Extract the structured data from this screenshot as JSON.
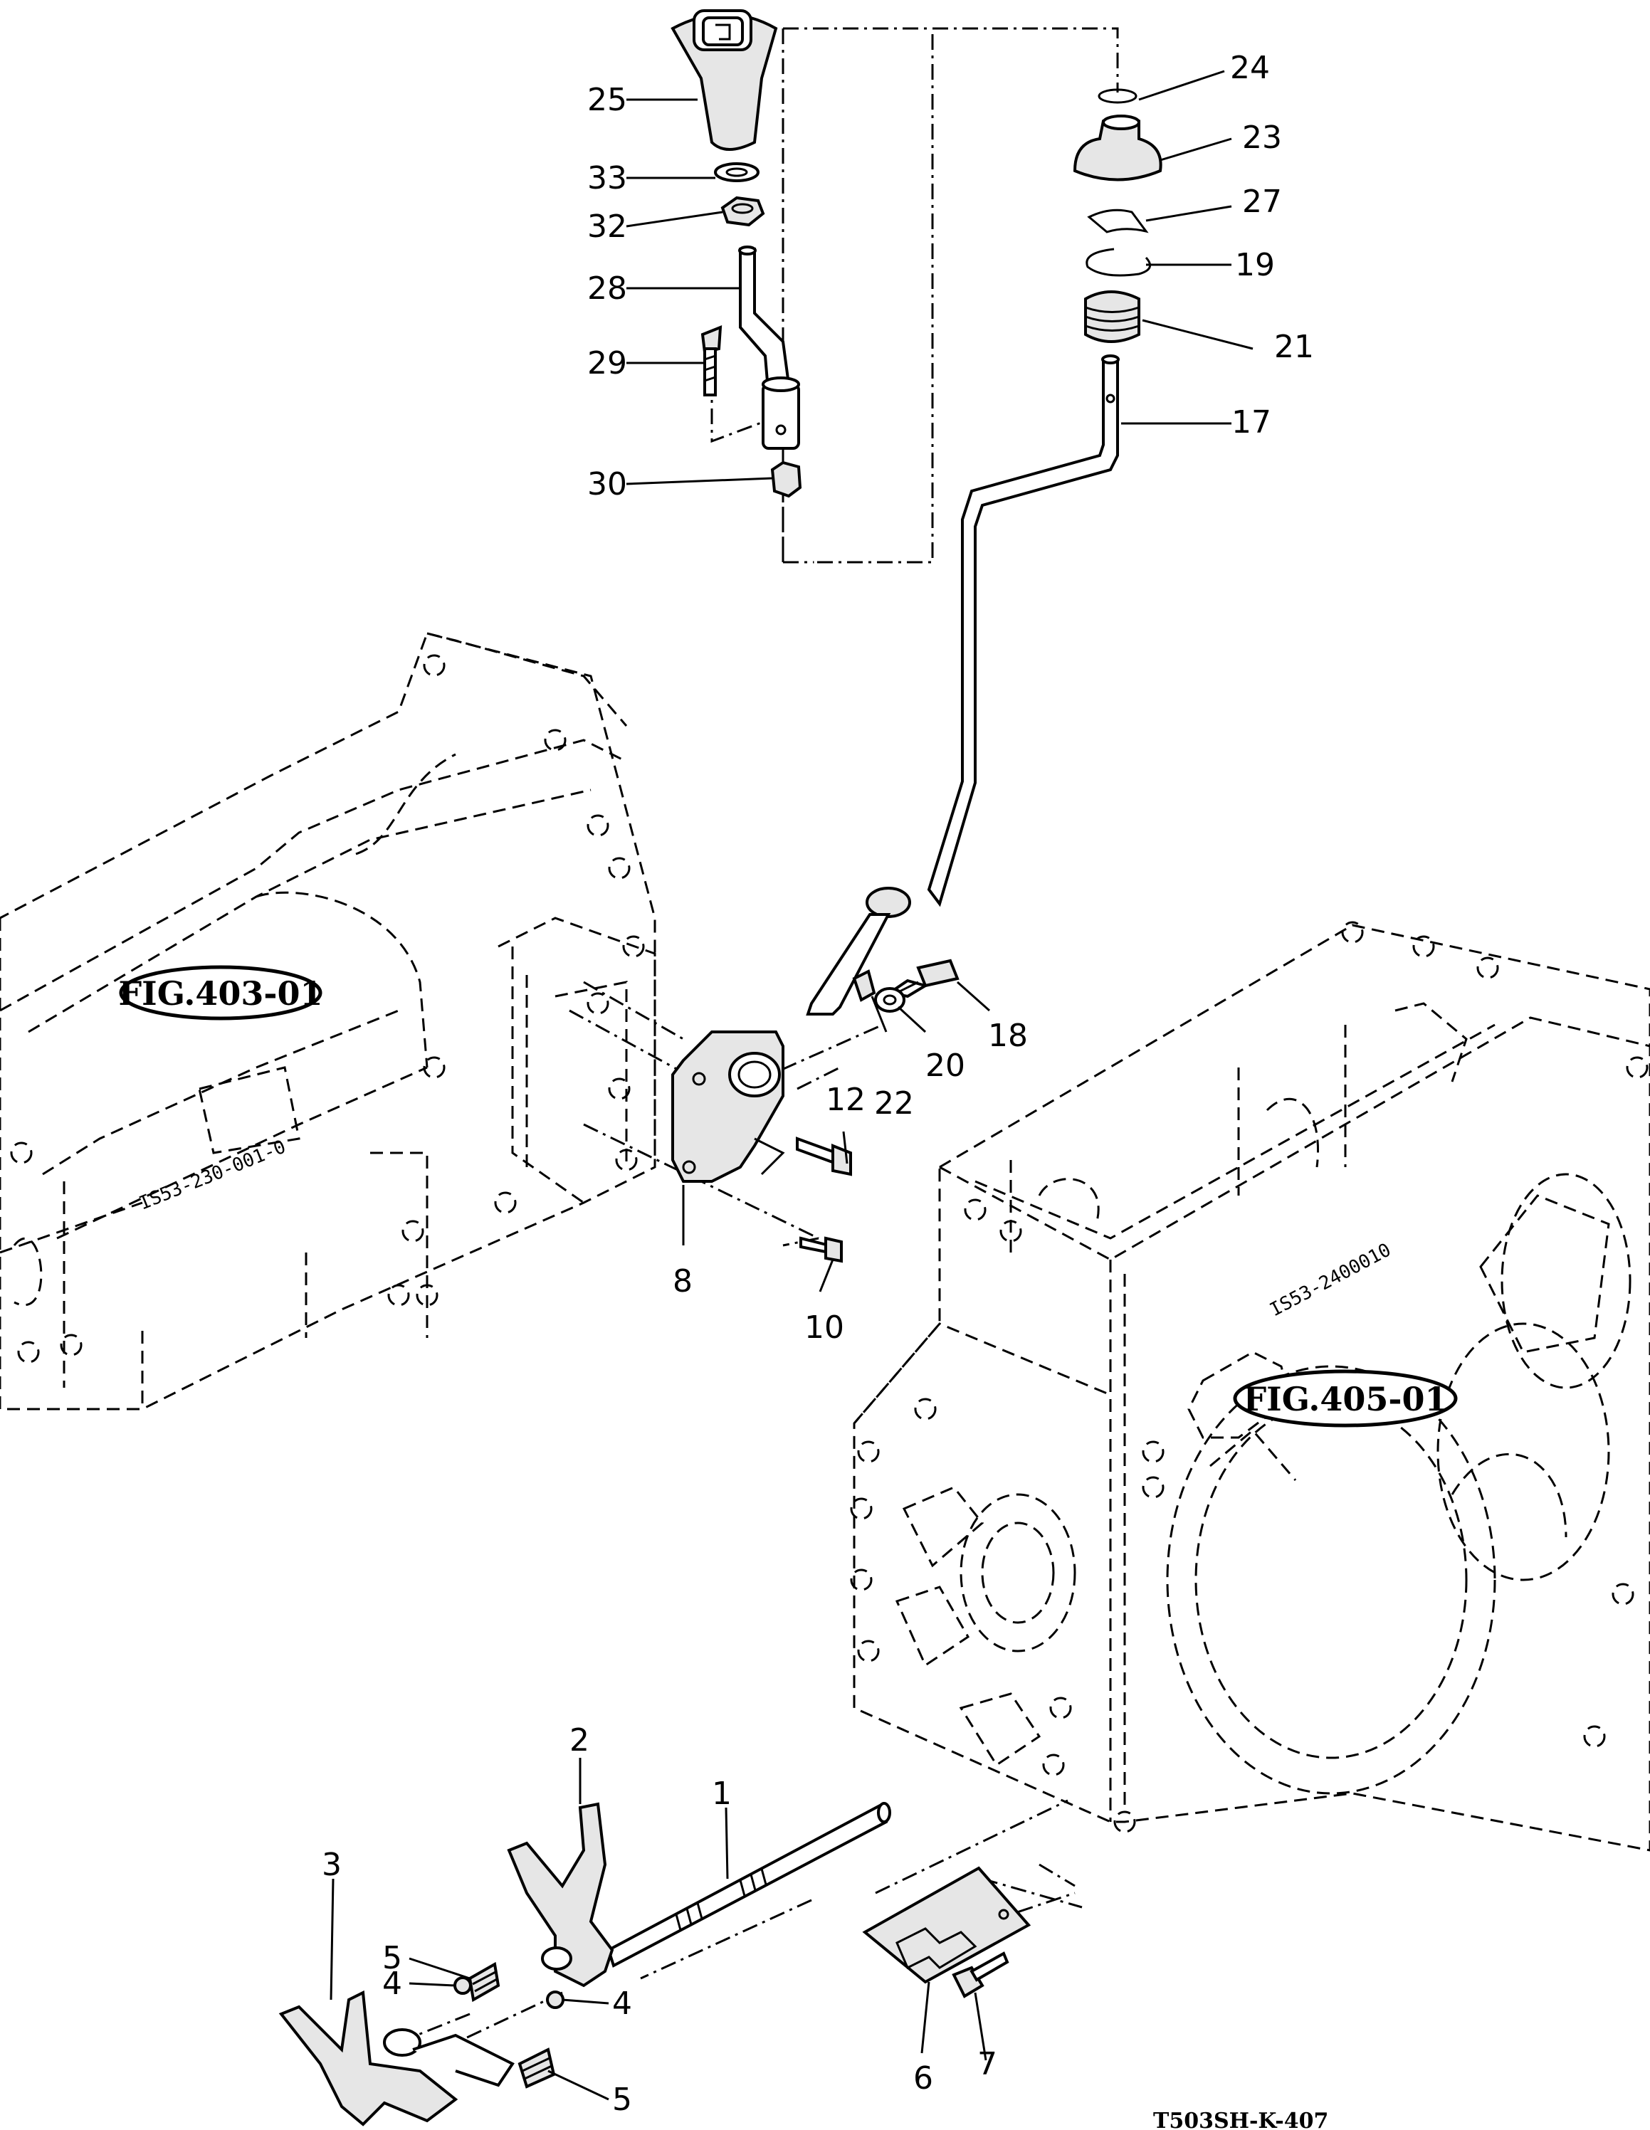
{
  "callouts": [
    {
      "id": "25",
      "text": "25"
    },
    {
      "id": "33",
      "text": "33"
    },
    {
      "id": "32",
      "text": "32"
    },
    {
      "id": "28",
      "text": "28"
    },
    {
      "id": "29",
      "text": "29"
    },
    {
      "id": "30",
      "text": "30"
    },
    {
      "id": "24",
      "text": "24"
    },
    {
      "id": "23",
      "text": "23"
    },
    {
      "id": "27",
      "text": "27"
    },
    {
      "id": "19",
      "text": "19"
    },
    {
      "id": "21",
      "text": "21"
    },
    {
      "id": "17",
      "text": "17"
    },
    {
      "id": "18",
      "text": "18"
    },
    {
      "id": "20",
      "text": "20"
    },
    {
      "id": "22",
      "text": "22"
    },
    {
      "id": "12",
      "text": "12"
    },
    {
      "id": "8",
      "text": "8"
    },
    {
      "id": "10",
      "text": "10"
    },
    {
      "id": "2",
      "text": "2"
    },
    {
      "id": "1",
      "text": "1"
    },
    {
      "id": "3",
      "text": "3"
    },
    {
      "id": "5a",
      "text": "5"
    },
    {
      "id": "4a",
      "text": "4"
    },
    {
      "id": "4b",
      "text": "4"
    },
    {
      "id": "5b",
      "text": "5"
    },
    {
      "id": "6",
      "text": "6"
    },
    {
      "id": "7",
      "text": "7"
    }
  ],
  "references": {
    "fig403": "FIG.403-01",
    "fig405": "FIG.405-01"
  },
  "stamps": {
    "left_housing": "IS53-230-001-0",
    "right_housing": "IS53-2400010"
  },
  "drawing_code": "T503SH-K-407"
}
